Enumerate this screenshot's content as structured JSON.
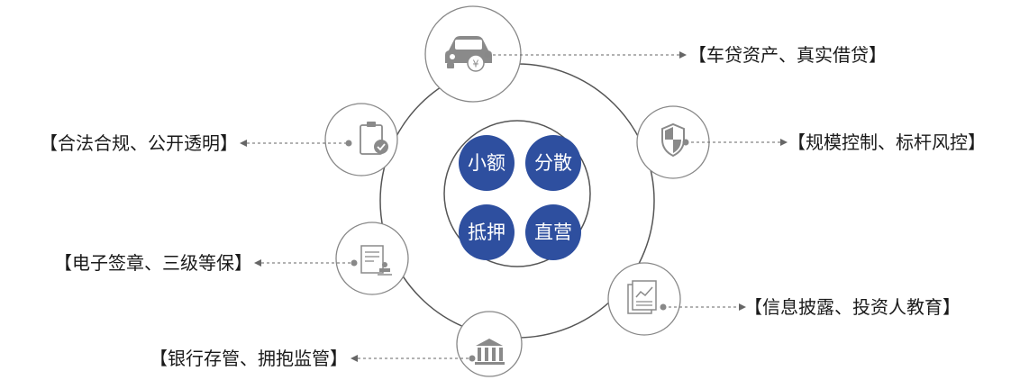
{
  "center": {
    "items": [
      {
        "label": "小额"
      },
      {
        "label": "分散"
      },
      {
        "label": "抵押"
      },
      {
        "label": "直营"
      }
    ]
  },
  "features": [
    {
      "label": "【车贷资产、真实借贷】",
      "icon": "car-icon"
    },
    {
      "label": "【规模控制、标杆风控】",
      "icon": "shield-icon"
    },
    {
      "label": "【信息披露、投资人教育】",
      "icon": "report-chart-icon"
    },
    {
      "label": "【银行存管、拥抱监管】",
      "icon": "bank-icon"
    },
    {
      "label": "【电子签章、三级等保】",
      "icon": "document-stamp-icon"
    },
    {
      "label": "【合法合规、公开透明】",
      "icon": "clipboard-check-icon"
    }
  ],
  "colors": {
    "center_fill": "#2e4f9f",
    "ring_stroke": "#555555",
    "icon_gray": "#8a8a8a"
  }
}
